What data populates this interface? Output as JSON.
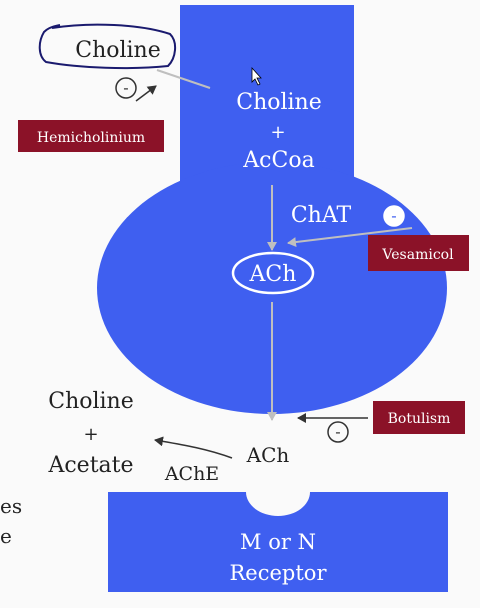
{
  "colors": {
    "neuron": "#3f5ff0",
    "inhibitor_box": "#8b1228",
    "background": "#fafafa",
    "ink": "#222222",
    "annotation": "#1a1a6e"
  },
  "presynaptic": {
    "choline": "Choline",
    "plus": "+",
    "accoa": "AcCoa",
    "chat": "ChAT",
    "ach": "ACh"
  },
  "outside": {
    "choline_circled": "Choline",
    "ach_released": "ACh",
    "ache": "AChE",
    "products_choline": "Choline",
    "products_plus": "+",
    "products_acetate": "Acetate",
    "partial_left_1": "es",
    "partial_left_2": "e"
  },
  "inhibitors": {
    "hemicholinium": "Hemicholinium",
    "vesamicol": "Vesamicol",
    "botulism": "Botulism",
    "minus_sign": "-"
  },
  "receptor": {
    "line1": "M or N",
    "line2": "Receptor"
  }
}
